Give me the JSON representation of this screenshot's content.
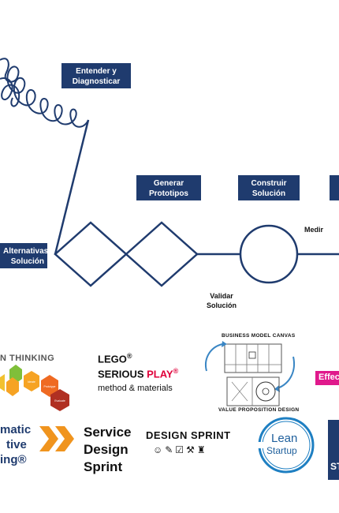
{
  "boxes": {
    "entender": "Entender y Diagnosticar",
    "generar": "Generar Prototipos",
    "construir": "Construir Solución",
    "alternativas": "Alternativas Solución"
  },
  "labels": {
    "medir": "Medir",
    "validar": "Validar Solución"
  },
  "logos": {
    "design_thinking": "N THINKING",
    "hex_steps": [
      "Ideate",
      "Prototype",
      "Evaluate"
    ],
    "lego_line1": "LEGO",
    "lego_serious": "SERIOUS ",
    "lego_play": "PLAY",
    "lego_line3": "method & materials",
    "reg": "®",
    "bmc_top": "BUSINESS  MODEL CANVAS",
    "bmc_bottom": "VALUE PROPOSITION DESIGN",
    "effec": "Effec",
    "systematic_l1": "matic",
    "systematic_l2": "tive",
    "systematic_l3": "ing®",
    "service_l1": "Service",
    "service_l2": "Design",
    "service_l3": "Sprint",
    "design_sprint": "DESIGN SPRINT",
    "design_sprint_icons": "☺✎☑⚒♜",
    "lean_l1": "Lean",
    "lean_l2": "Startup",
    "st": "ST"
  },
  "colors": {
    "navy": "#1f3b6e",
    "lego_red": "#e0003a",
    "orange": "#f0941e",
    "effec_magenta": "#e0198c",
    "lean_blue": "#1e7fc2"
  }
}
